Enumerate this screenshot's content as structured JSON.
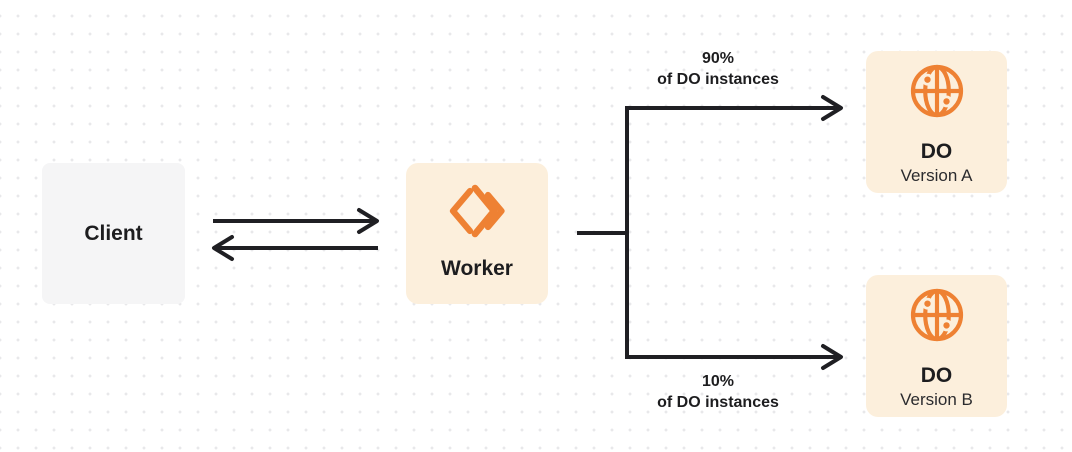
{
  "diagram": {
    "nodes": {
      "client": {
        "label": "Client"
      },
      "worker": {
        "label": "Worker",
        "icon": "workers-icon"
      },
      "do_version_a": {
        "title": "DO",
        "subtitle": "Version A",
        "icon": "globe-icon"
      },
      "do_version_b": {
        "title": "DO",
        "subtitle": "Version B",
        "icon": "globe-icon"
      }
    },
    "edge_labels": {
      "top": {
        "percent": "90%",
        "caption": "of DO instances"
      },
      "bottom": {
        "percent": "10%",
        "caption": "of DO instances"
      }
    }
  },
  "colors": {
    "accent-orange": "#EE8133",
    "box-cream": "#FCEFDC",
    "box-gray": "#F5F5F6",
    "arrow-dark": "#1F1F23",
    "text-dark": "#1D1D1F",
    "dot-grid": "#E8E8EA",
    "canvas": "#FFFFFF"
  }
}
